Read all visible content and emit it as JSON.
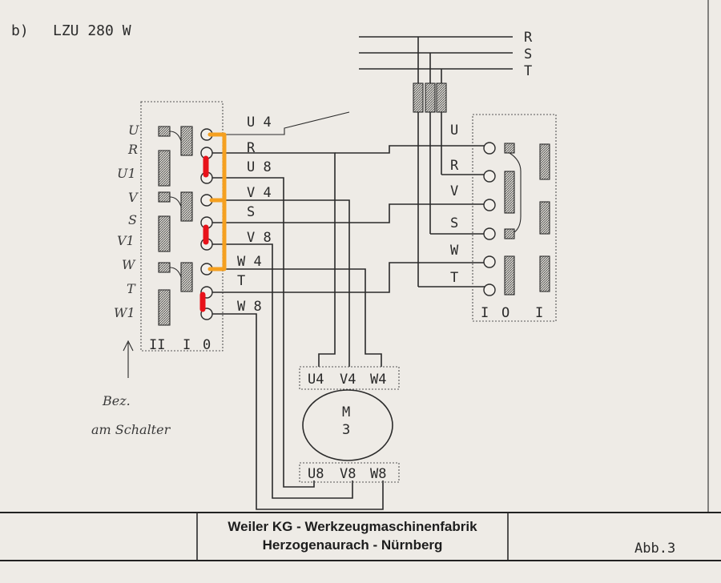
{
  "header": {
    "label": "b)",
    "model": "LZU 280 W"
  },
  "supply": {
    "lines": [
      "R",
      "S",
      "T"
    ]
  },
  "left_switch": {
    "handwritten_labels": [
      "U",
      "R",
      "U1",
      "V",
      "S",
      "V1",
      "W",
      "T",
      "W1"
    ],
    "terminal_labels": [
      "U 4",
      "R",
      "U 8",
      "V 4",
      "S",
      "V 8",
      "W 4",
      "T",
      "W 8"
    ],
    "positions": [
      "II",
      "I",
      "0"
    ]
  },
  "right_switch": {
    "terminal_labels": [
      "U",
      "R",
      "V",
      "S",
      "W",
      "T"
    ],
    "positions": [
      "I",
      "O",
      "I"
    ]
  },
  "motor": {
    "top_terminals": [
      "U4",
      "V4",
      "W4"
    ],
    "label_m": "M",
    "label_3": "3",
    "bottom_terminals": [
      "U8",
      "V8",
      "W8"
    ]
  },
  "handwritten_note": {
    "line1": "Bez.",
    "line2": "am Schalter"
  },
  "title_block": {
    "company": "Weiler KG - Werkzeugmaschinenfabrik",
    "location": "Herzogenaurach - Nürnberg",
    "figure": "Abb.3"
  },
  "colors": {
    "orange_bridge": "#f5a020",
    "red_bridge": "#e8121a"
  }
}
